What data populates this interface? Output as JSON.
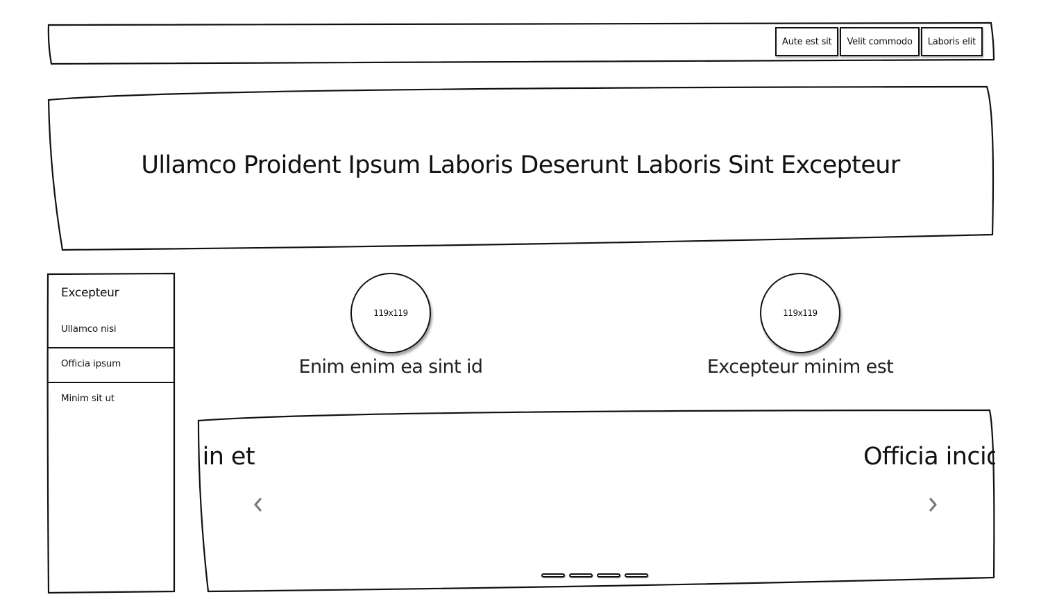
{
  "header": {
    "nav": [
      {
        "label": "Aute est sit"
      },
      {
        "label": "Velit commodo"
      },
      {
        "label": "Laboris elit"
      }
    ]
  },
  "hero": {
    "title": "Ullamco Proident Ipsum Laboris Deserunt Laboris Sint Excepteur"
  },
  "sidebar": {
    "title": "Excepteur",
    "items": [
      {
        "label": "Ullamco nisi"
      },
      {
        "label": "Officia ipsum"
      },
      {
        "label": "Minim sit ut"
      }
    ]
  },
  "features": [
    {
      "image_label": "119x119",
      "caption": "Enim enim ea sint id"
    },
    {
      "image_label": "119x119",
      "caption": "Excepteur minim est"
    }
  ],
  "carousel": {
    "slide_left_text": "t in et",
    "slide_right_text": "Officia incidi",
    "prev_icon": "chevron-left-icon",
    "next_icon": "chevron-right-icon",
    "indicator_count": 4,
    "arrow_color": "#777777"
  }
}
